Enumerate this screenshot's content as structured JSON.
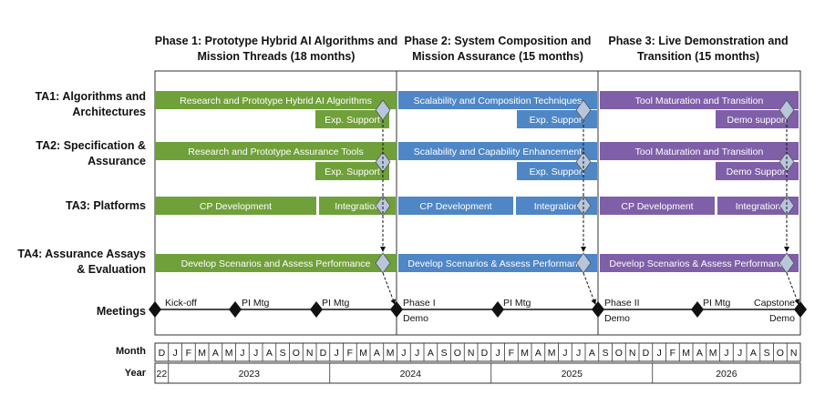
{
  "phases": [
    {
      "line1": "Phase 1: Prototype Hybrid AI Algorithms and",
      "line2": "Mission Threads (18 months)"
    },
    {
      "line1": "Phase 2: System Composition and",
      "line2": "Mission Assurance (15 months)"
    },
    {
      "line1": "Phase 3: Live Demonstration and",
      "line2": "Transition (15 months)"
    }
  ],
  "rows": [
    {
      "line1": "TA1: Algorithms and",
      "line2": "Architectures"
    },
    {
      "line1": "TA2: Specification &",
      "line2": "Assurance"
    },
    {
      "line1": "TA3: Platforms",
      "line2": ""
    },
    {
      "line1": "TA4: Assurance Assays",
      "line2": "& Evaluation"
    }
  ],
  "bars": [
    {
      "label": "Research and Prototype Hybrid AI Algorithms",
      "color": "green"
    },
    {
      "label": "Exp. Support",
      "color": "green"
    },
    {
      "label": "Scalability and Composition Techniques",
      "color": "blue"
    },
    {
      "label": "Exp. Support",
      "color": "blue"
    },
    {
      "label": "Tool Maturation and Transition",
      "color": "purple"
    },
    {
      "label": "Demo support",
      "color": "purple"
    },
    {
      "label": "Research and Prototype Assurance Tools",
      "color": "green"
    },
    {
      "label": "Exp. Support",
      "color": "green"
    },
    {
      "label": "Scalability and Capability Enhancement",
      "color": "blue"
    },
    {
      "label": "Exp. Support",
      "color": "blue"
    },
    {
      "label": "Tool Maturation and Transition",
      "color": "purple"
    },
    {
      "label": "Demo Support",
      "color": "purple"
    },
    {
      "label": "CP Development",
      "color": "green"
    },
    {
      "label": "Integration",
      "color": "green"
    },
    {
      "label": "CP Development",
      "color": "blue"
    },
    {
      "label": "Integration",
      "color": "blue"
    },
    {
      "label": "CP Development",
      "color": "purple"
    },
    {
      "label": "Integration",
      "color": "purple"
    },
    {
      "label": "Develop Scenarios and Assess Performance",
      "color": "green"
    },
    {
      "label": "Develop Scenarios & Assess Performance",
      "color": "blue"
    },
    {
      "label": "Develop Scenarios & Assess Performance",
      "color": "purple"
    }
  ],
  "meetings_label": "Meetings",
  "meetings": [
    {
      "line1": "Kick-off",
      "line2": ""
    },
    {
      "line1": "PI Mtg",
      "line2": ""
    },
    {
      "line1": "PI Mtg",
      "line2": ""
    },
    {
      "line1": "Phase I",
      "line2": "Demo"
    },
    {
      "line1": "PI Mtg",
      "line2": ""
    },
    {
      "line1": "Phase II",
      "line2": "Demo"
    },
    {
      "line1": "PI Mtg",
      "line2": ""
    },
    {
      "line1": "Capstone",
      "line2": "Demo"
    }
  ],
  "month_label": "Month",
  "months": [
    "D",
    "J",
    "F",
    "M",
    "A",
    "M",
    "J",
    "J",
    "A",
    "S",
    "O",
    "N",
    "D",
    "J",
    "F",
    "M",
    "A",
    "M",
    "J",
    "J",
    "A",
    "S",
    "O",
    "N",
    "D",
    "J",
    "F",
    "M",
    "A",
    "M",
    "J",
    "J",
    "A",
    "S",
    "O",
    "N",
    "D",
    "J",
    "F",
    "M",
    "A",
    "M",
    "J",
    "J",
    "A",
    "S",
    "O",
    "N"
  ],
  "year_label": "Year",
  "years": [
    "22",
    "2023",
    "2024",
    "2025",
    "2026"
  ],
  "colors": {
    "green": "#70a03a",
    "blue": "#4f86c6",
    "purple": "#7f5fa8",
    "diamond": "#b8c6dc"
  }
}
